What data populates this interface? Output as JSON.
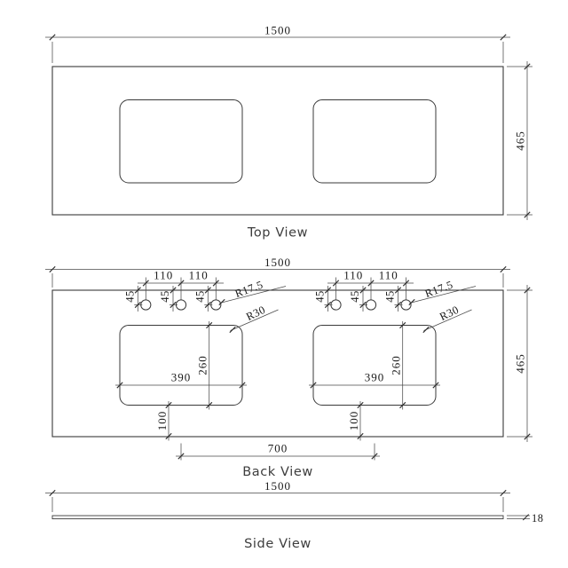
{
  "drawing": {
    "background_color": "#ffffff",
    "line_color": "#3a3a3a",
    "dimension_line_color": "#4a4a4a",
    "text_color": "#1a1a1a",
    "label_color": "#3d3d3d"
  },
  "views": {
    "top": {
      "label": "Top View"
    },
    "back": {
      "label": "Back View"
    },
    "side": {
      "label": "Side View"
    }
  },
  "dims": {
    "overall_width": "1500",
    "overall_depth": "465",
    "thickness": "18",
    "hole_spacing": "110",
    "hole_back_offset": "45",
    "hole_radius": "R17.5",
    "cutout_corner_radius": "R30",
    "cutout_width": "390",
    "cutout_depth": "260",
    "front_margin": "100",
    "sink_center_spacing": "700"
  }
}
